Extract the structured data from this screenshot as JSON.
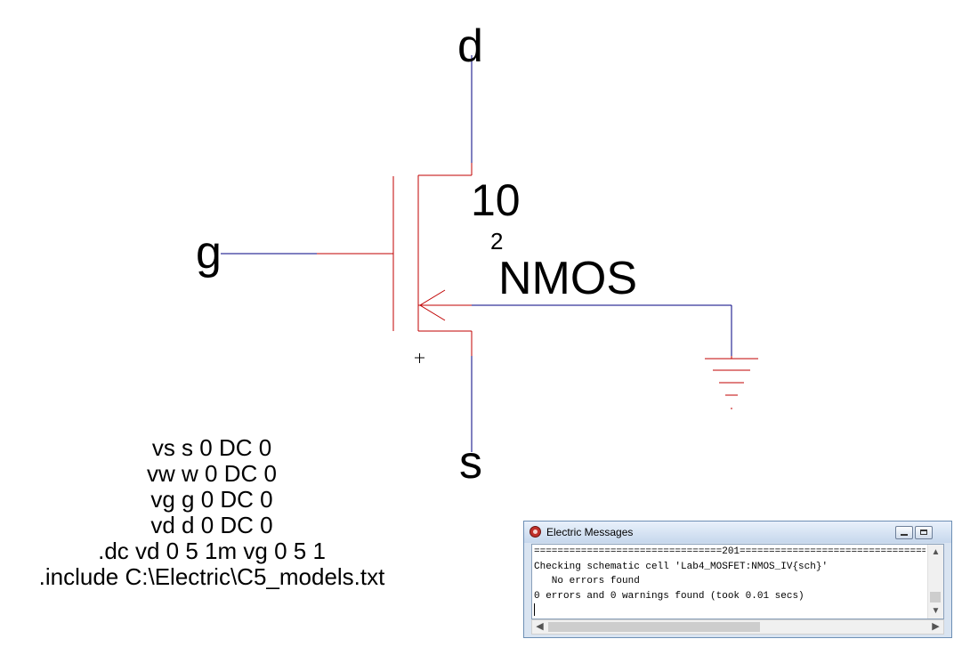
{
  "schematic": {
    "labels": {
      "drain": "d",
      "gate": "g",
      "source": "s",
      "width": "10",
      "length": "2",
      "model": "NMOS"
    },
    "wire_color": "#000080",
    "component_color": "#c00000"
  },
  "spice_card": {
    "lines": [
      "vs s 0 DC 0",
      "vw w 0 DC 0",
      "vg g 0 DC 0",
      "vd d 0 DC 0",
      ".dc vd 0 5 1m vg 0 5 1",
      ".include C:\\Electric\\C5_models.txt"
    ]
  },
  "messages_window": {
    "title": "Electric Messages",
    "lines": [
      "================================201=================================",
      "Checking schematic cell 'Lab4_MOSFET:NMOS_IV{sch}'",
      "   No errors found",
      "0 errors and 0 warnings found (took 0.01 secs)"
    ],
    "icons": {
      "minimize": "minimize-icon",
      "maximize": "maximize-icon",
      "scroll_up": "chevron-up-icon",
      "scroll_down": "chevron-down-icon",
      "scroll_left": "chevron-left-icon",
      "scroll_right": "chevron-right-icon"
    }
  }
}
